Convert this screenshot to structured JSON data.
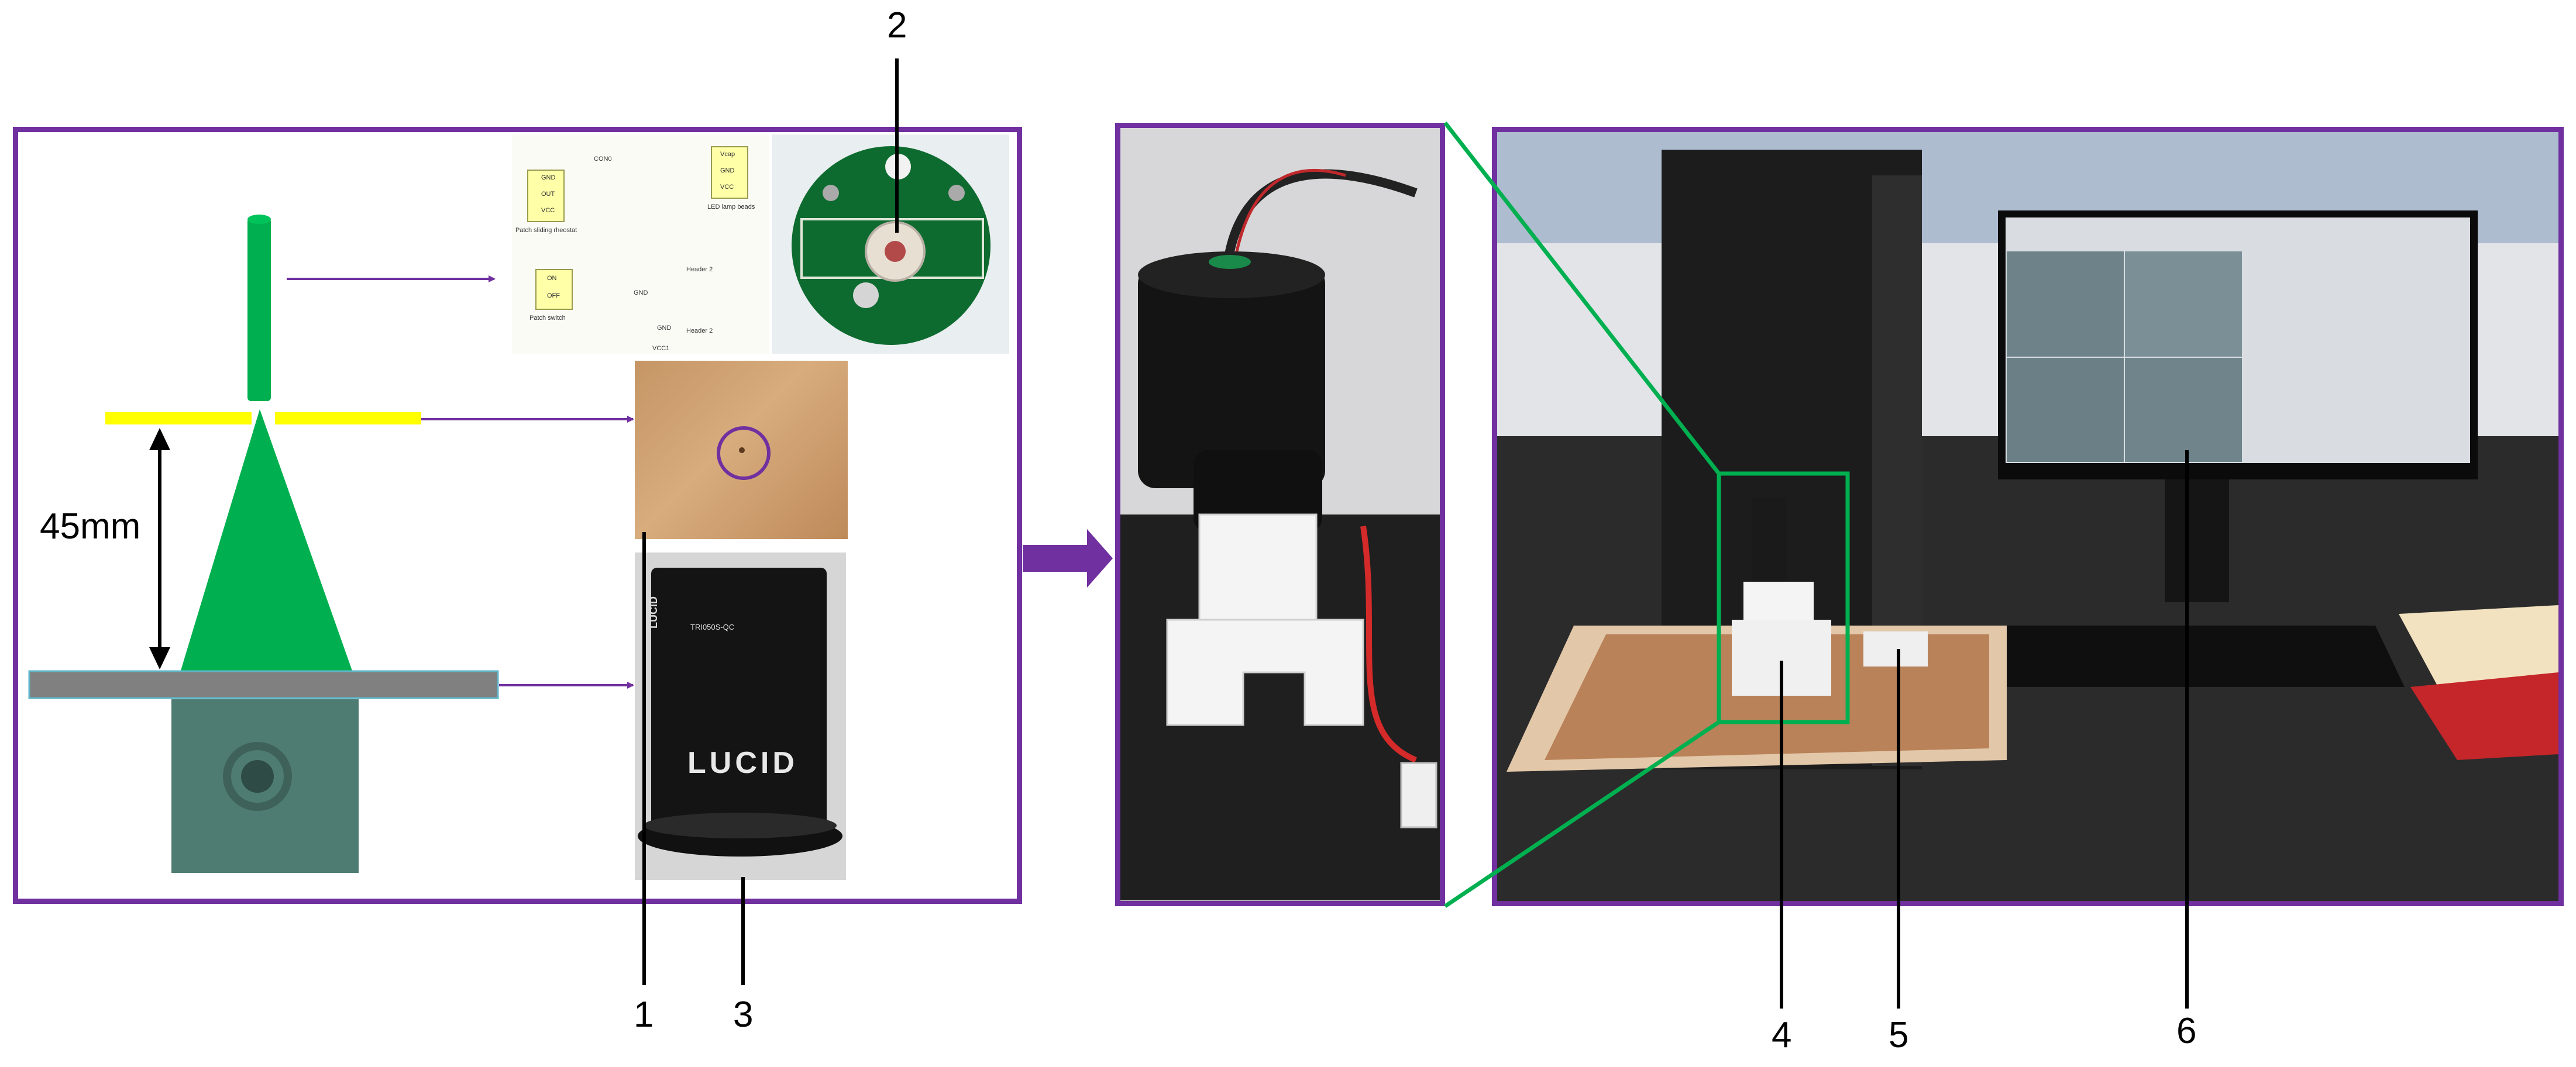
{
  "left_panel": {
    "distance_label": "45mm",
    "circuit": {
      "chips": [
        {
          "lines": [
            "GND",
            "OUT",
            "VCC"
          ],
          "caption": "Patch sliding rheostat"
        },
        {
          "lines": [
            "Vcap",
            "GND",
            "VCC"
          ],
          "caption": "LED lamp beads"
        },
        {
          "lines": [
            "ON",
            "OFF"
          ],
          "caption": "Patch switch"
        }
      ],
      "header_captions": [
        "Header 2",
        "Header 2"
      ],
      "misc_labels": [
        "CON0",
        "GND",
        "VCC1",
        "GND"
      ]
    },
    "camera_label_line1": "LUCID",
    "camera_label_text": "TRI050S-QC",
    "camera_brand": "LUCID"
  },
  "colors": {
    "frame_purple": "#7030a0",
    "light_green": "#00b050",
    "aperture_yellow": "#ffff00",
    "connector_green": "#00b050"
  },
  "callouts": {
    "n1": "1",
    "n2": "2",
    "n3": "3",
    "n4": "4",
    "n5": "5",
    "n6": "6"
  }
}
